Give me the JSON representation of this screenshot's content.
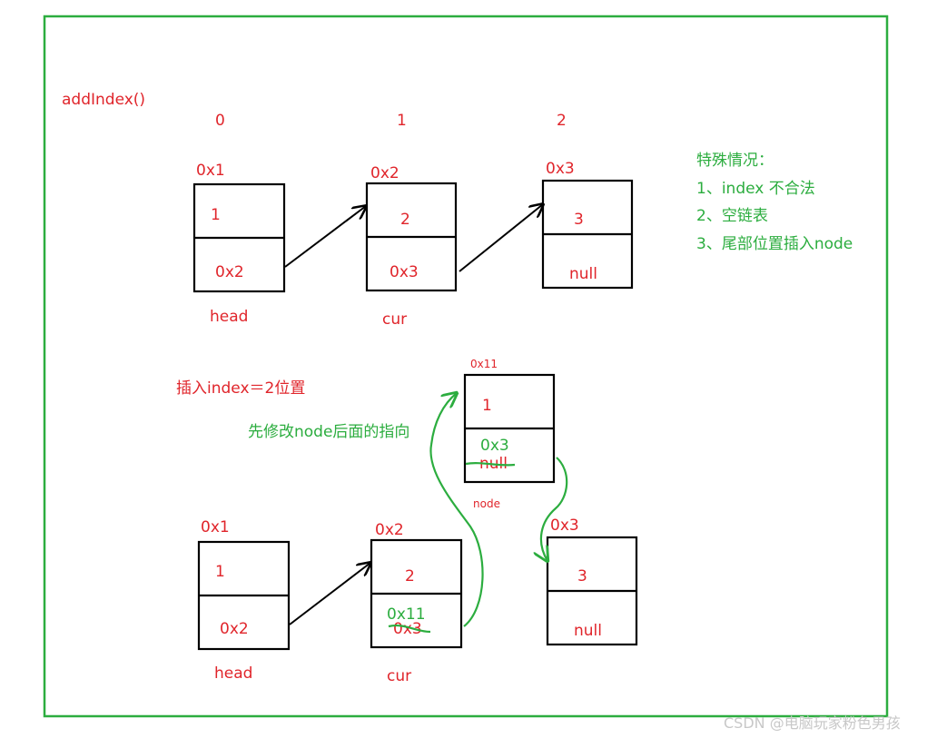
{
  "func_label": "addIndex()",
  "top_row": {
    "indices": [
      "0",
      "1",
      "2"
    ],
    "nodes": [
      {
        "addr": "0x1",
        "val": "1",
        "next": "0x2",
        "caption": "head"
      },
      {
        "addr": "0x2",
        "val": "2",
        "next": "0x3",
        "caption": "cur"
      },
      {
        "addr": "0x3",
        "val": "3",
        "next": "null",
        "caption": ""
      }
    ]
  },
  "special": {
    "title": "特殊情况：",
    "items": [
      "1、index 不合法",
      "2、空链表",
      "3、尾部位置插入node"
    ]
  },
  "insert_label": "插入index＝2位置",
  "modify_label": "先修改node后面的指向",
  "new_node": {
    "addr": "0x11",
    "val": "1",
    "next_new": "0x3",
    "next_old": "null",
    "caption": "node"
  },
  "bottom_row": {
    "nodes": [
      {
        "addr": "0x1",
        "val": "1",
        "next": "0x2",
        "caption": "head"
      },
      {
        "addr": "0x2",
        "val": "2",
        "next_new": "0x11",
        "next_old": "0x3",
        "caption": "cur"
      },
      {
        "addr": "0x3",
        "val": "3",
        "next": "null",
        "caption": ""
      }
    ]
  },
  "watermark": "CSDN @电脑玩家粉色男孩",
  "colors": {
    "red": "#e0252b",
    "green": "#2cad3f",
    "frame": "#2cad3f"
  }
}
